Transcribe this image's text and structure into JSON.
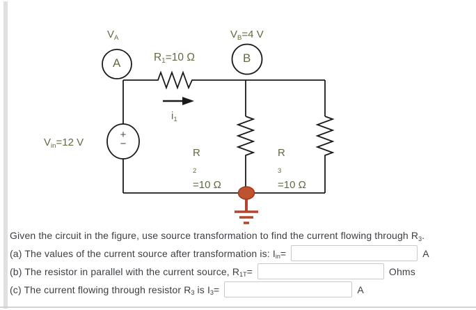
{
  "circuit": {
    "node_a": {
      "letter": "A",
      "voltage": {
        "base": "V",
        "sub": "A"
      }
    },
    "node_b": {
      "letter": "B",
      "voltage": {
        "base": "V",
        "sub": "B",
        "rest": "=4 V"
      }
    },
    "source": {
      "base": "V",
      "sub": "in",
      "rest": "=12 V",
      "plus": "+",
      "minus": "−"
    },
    "r1": {
      "base": "R",
      "sub": "1",
      "rest": "=10 Ω"
    },
    "r2": {
      "base": "R",
      "sub": "2",
      "value": "=10 Ω"
    },
    "r3": {
      "base": "R",
      "sub": "3",
      "value": "=10 Ω"
    },
    "i1": {
      "base": "i",
      "sub": "1"
    },
    "colors": {
      "label": "#5e6b3f",
      "wire": "#1a1a1a",
      "ground": "#b5452a",
      "node_fill": "#c0532f"
    }
  },
  "questions": {
    "intro": {
      "pre": "Given the circuit in the figure, use source transformation to find the current flowing through R",
      "sub": "3",
      "post": "."
    },
    "a": {
      "pre": "(a) The values of the current source after transformation is: I",
      "sub": "in",
      "eq": "=",
      "input_value": "",
      "unit": "A"
    },
    "b": {
      "pre": "(b) The resistor in parallel with the current source, R",
      "sub": "1T",
      "eq": "=",
      "input_value": "",
      "unit": "Ohms"
    },
    "c": {
      "pre": "(c) The current flowing through resistor R",
      "sub1": "3",
      "mid": " is I",
      "sub2": "3",
      "eq": "=",
      "input_value": "",
      "unit": "A"
    }
  }
}
